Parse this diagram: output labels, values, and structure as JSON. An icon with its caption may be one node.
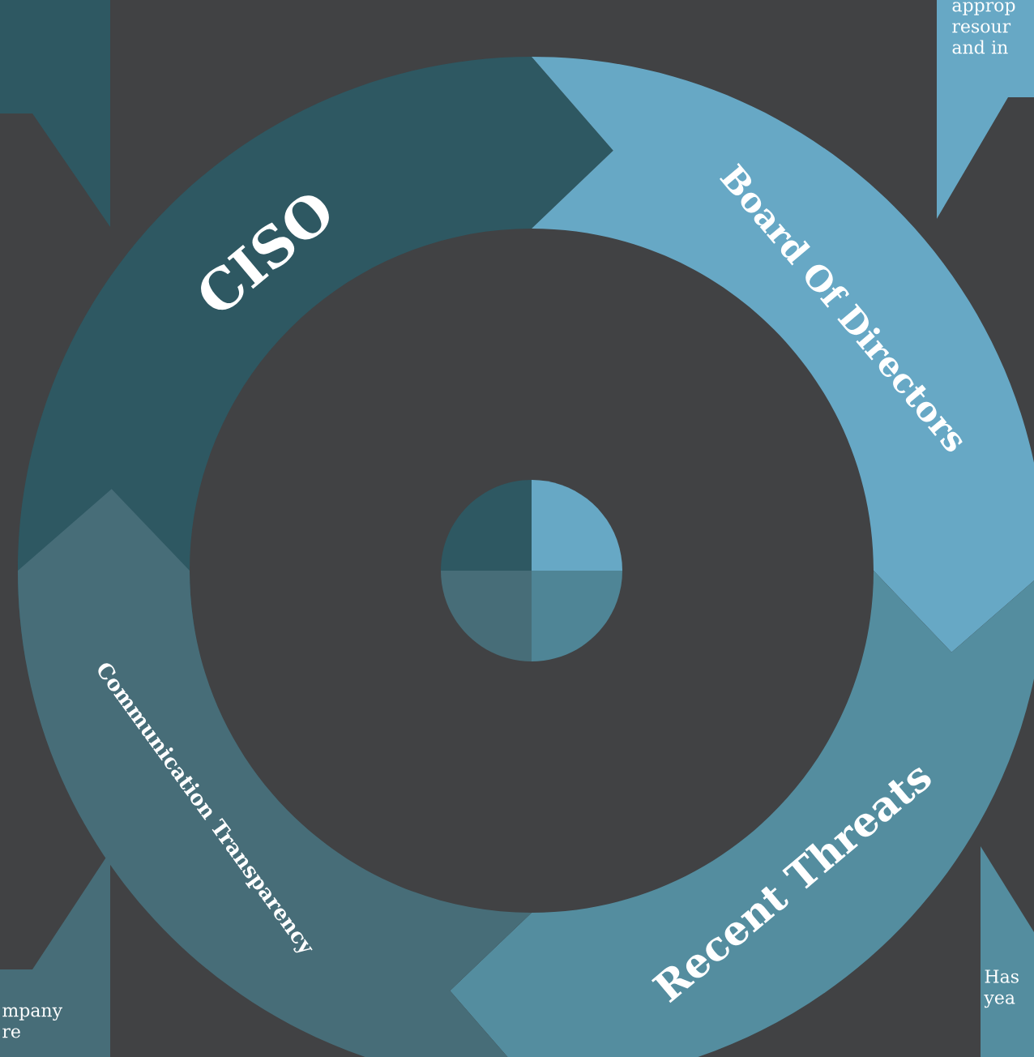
{
  "diagram": {
    "nodes": [
      {
        "text": [
          "CISO"
        ]
      },
      {
        "text": [
          "Board Of Directors"
        ]
      },
      {
        "text": [
          "Recent Threats"
        ]
      },
      {
        "text": [
          "Communication Transparency"
        ]
      },
      {
        "text": [],
        "shape": "box"
      },
      {
        "text": [
          "approp resour and in"
        ]
      },
      {
        "text": [
          "mpany re"
        ]
      },
      {
        "text": [
          "Has yea"
        ]
      }
    ]
  }
}
